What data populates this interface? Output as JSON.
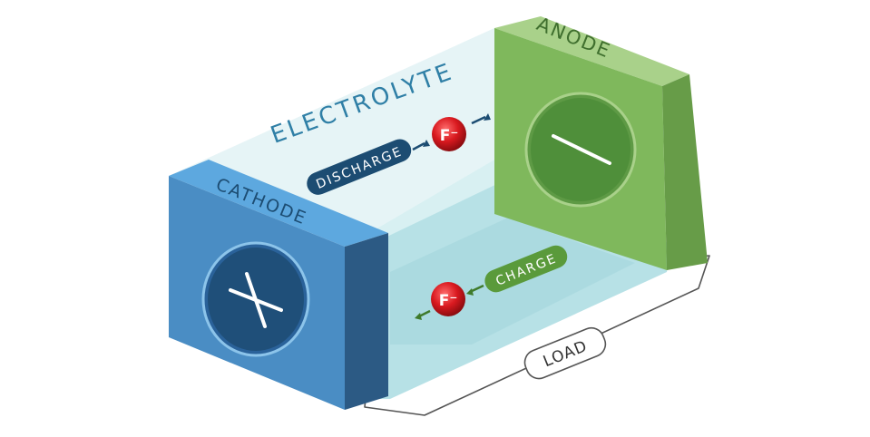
{
  "labels": {
    "electrolyte": "ELECTROLYTE",
    "anode": "ANODE",
    "cathode": "CATHODE",
    "discharge": "DISCHARGE",
    "charge": "CHARGE",
    "load": "LOAD",
    "ion_top": "F⁻",
    "ion_bottom": "F⁻",
    "plus_symbol": "+",
    "minus_symbol": "−"
  },
  "colors": {
    "cathode_front": "#4a8dc4",
    "cathode_top": "#5da8df",
    "cathode_side": "#2c5a84",
    "cathode_circle": "#1f4f79",
    "anode_front": "#7fb85c",
    "anode_top": "#a9d18a",
    "anode_side": "#679c48",
    "anode_circle": "#4f8f3a",
    "electrolyte_light": "#dff1f3",
    "electrolyte_mid": "#b9e2e6",
    "discharge_pill": "#1c4c72",
    "charge_pill": "#5a9a3b",
    "ion_red": "#d9191f",
    "label_blue": "#2f7fa6",
    "label_green": "#3f6f2e",
    "wire": "#555555"
  }
}
